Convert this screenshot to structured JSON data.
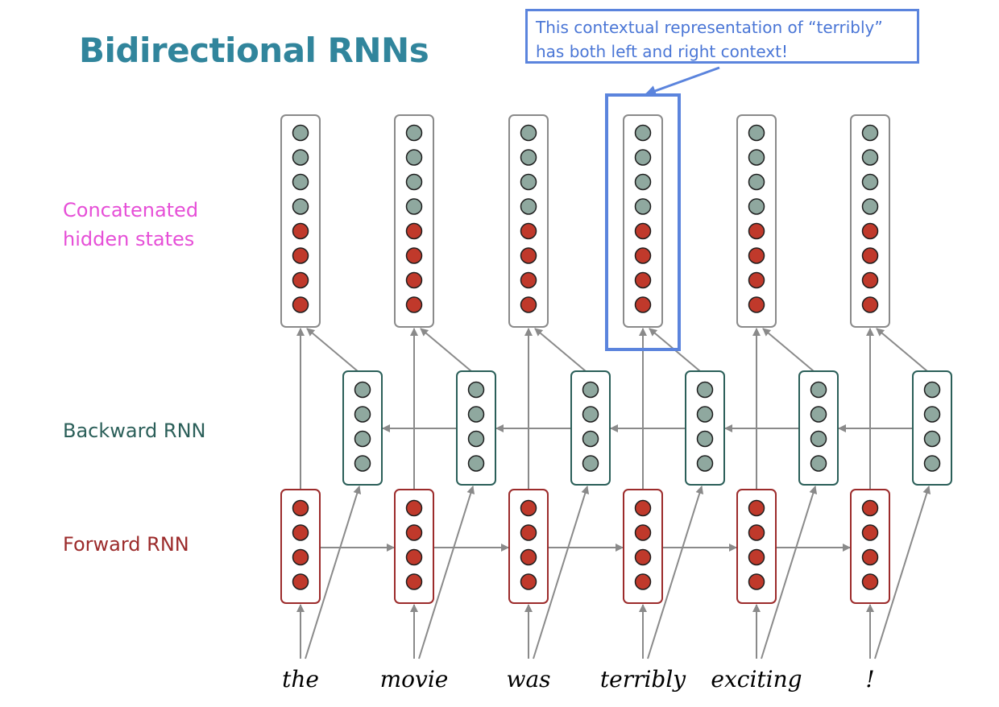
{
  "title": "Bidirectional RNNs",
  "labels": {
    "concatenated": "Concatenated hidden states",
    "concatenated_line1": "Concatenated",
    "concatenated_line2": "hidden states",
    "backward": "Backward RNN",
    "forward": "Forward RNN"
  },
  "callout": {
    "line1": "This contextual representation of “terribly”",
    "line2": "has both left and right context!"
  },
  "words": [
    "the",
    "movie",
    "was",
    "terribly",
    "exciting",
    "!"
  ],
  "highlighted_word_index": 3,
  "colors": {
    "title": "#31859c",
    "concatenated_label": "#e64fd7",
    "backward": "#2b5f59",
    "forward": "#9c2b2b",
    "callout": "#5b84dd",
    "backward_node_fill": "#8fa89f",
    "forward_node_fill": "#c0392b",
    "arrow": "#8a8a8a"
  }
}
